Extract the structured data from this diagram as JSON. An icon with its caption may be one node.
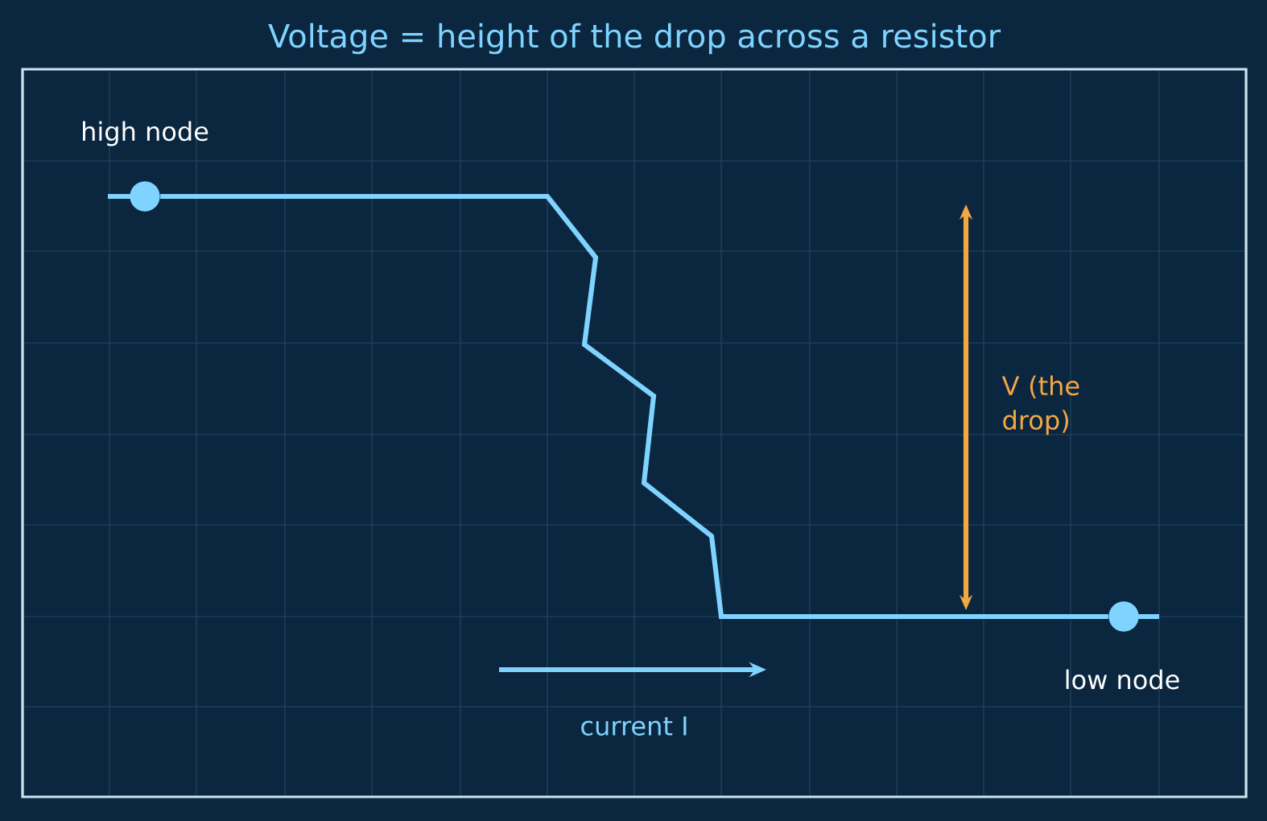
{
  "diagram": {
    "title": "Voltage = height of the drop across a resistor",
    "nodes": [
      {
        "text": [],
        "shape": "circle",
        "beside": [
          "high node"
        ]
      },
      {
        "text": [],
        "shape": "circle",
        "beside": [
          "low node"
        ]
      }
    ],
    "edges": [
      {
        "from": 0,
        "to": 1,
        "arrow": "none"
      }
    ],
    "labels": [
      "current I",
      "V (the drop)"
    ]
  }
}
